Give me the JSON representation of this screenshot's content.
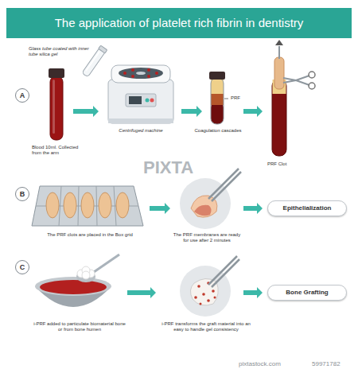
{
  "diagram": {
    "title": "The application of platelet rich fibrin in dentistry",
    "nodes": [
      {
        "text": [
          "A"
        ]
      },
      {
        "text": [
          "B"
        ]
      },
      {
        "text": [
          "Epithelialization"
        ]
      },
      {
        "text": [
          "C"
        ]
      },
      {
        "text": [
          "Bone Grafting"
        ]
      }
    ],
    "labels": [
      "Glass tube coated with inner tube silica gel",
      "Blood 10ml. Collected from the arm",
      "Centrifuged machine",
      "Coagulation cascades",
      "PRF",
      "PRF Clot",
      "The PRF clots are placed in the Box grid",
      "The PRF membranes are ready for use after 2 minutes",
      "i-PRF added to particulate biomaterial bone or from bone humen",
      "i-PRF transforms the graft material into an easy to handle gel consistency",
      "PIXTA",
      "pixtastock.com",
      "59971782"
    ]
  }
}
